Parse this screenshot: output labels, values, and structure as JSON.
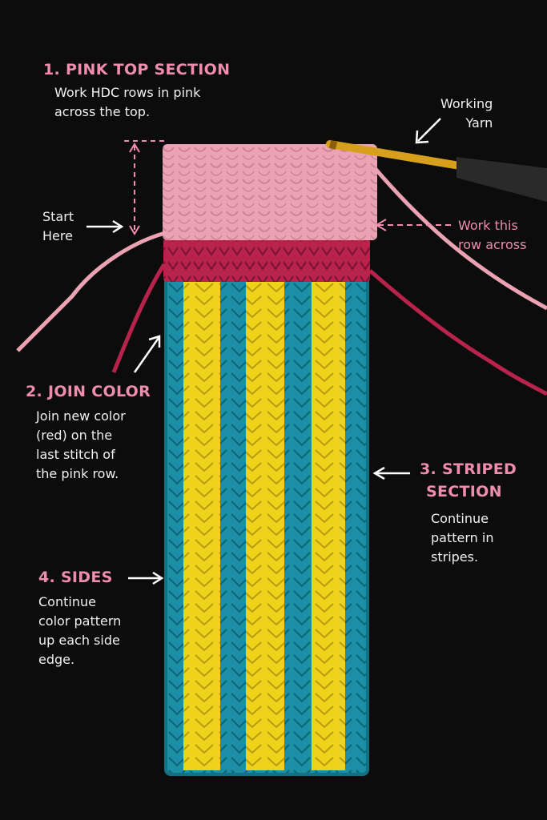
{
  "steps": {
    "pink_top": {
      "title": "1. PINK TOP SECTION",
      "line1": "Work HDC rows in pink",
      "line2": "across the top."
    },
    "join_color": {
      "title": "2. JOIN COLOR",
      "line1": "Join new color",
      "line2": "(red) on the",
      "line3": "last stitch of",
      "line4": "the pink row."
    },
    "striped": {
      "title1": "3. STRIPED",
      "title2": "SECTION",
      "line1": "Continue",
      "line2": "pattern in",
      "line3": "stripes."
    },
    "sides": {
      "title": "4. SIDES",
      "line1": "Continue",
      "line2": "color pattern",
      "line3": "up each side",
      "line4": "edge."
    }
  },
  "callouts": {
    "start": {
      "line1": "Start",
      "line2": "Here"
    },
    "working_yarn": {
      "line1": "Working",
      "line2": "Yarn"
    },
    "work_row": {
      "line1": "Work this",
      "line2": "row across"
    }
  },
  "colors": {
    "background": "#0c0c0c",
    "pink": "#eba3b3",
    "red": "#b8234c",
    "teal": "#1c8fa6",
    "yellow": "#efd21c",
    "label": "#f08cb0",
    "hook_gold": "#d7a01c",
    "handle": "#2a2a2a"
  }
}
